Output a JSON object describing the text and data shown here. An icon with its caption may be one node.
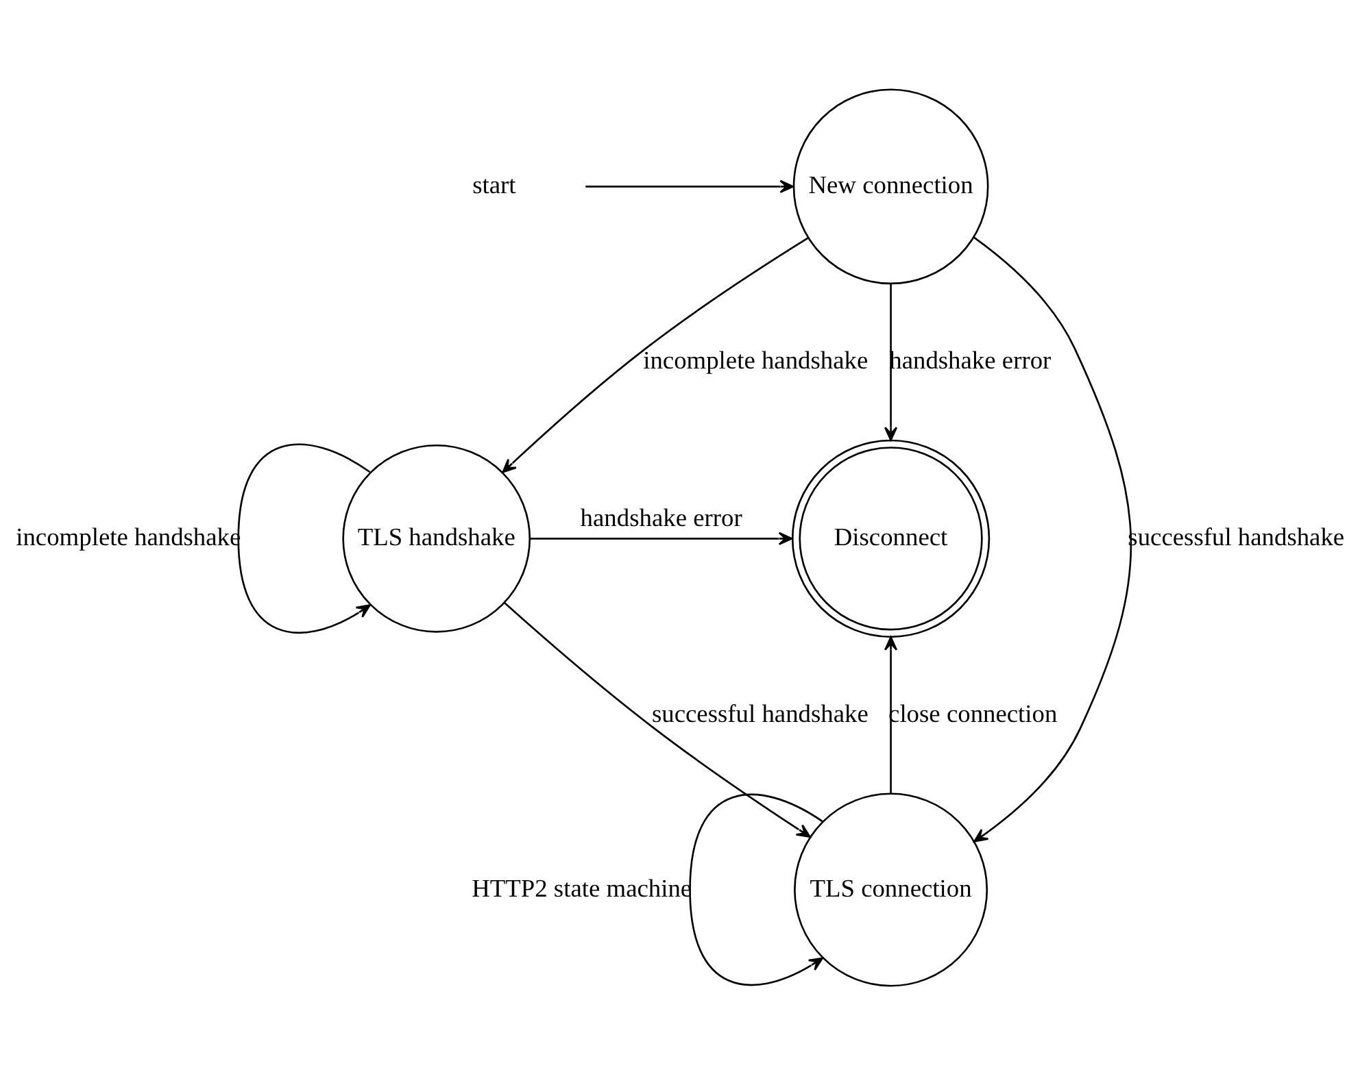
{
  "diagram": {
    "nodes": [
      {
        "text": [
          "start"
        ]
      },
      {
        "text": [
          "New connection"
        ]
      },
      {
        "text": [
          "TLS handshake"
        ]
      },
      {
        "text": [
          "Disconnect"
        ]
      },
      {
        "text": [
          "TLS connection"
        ]
      }
    ],
    "edges": [
      {
        "from": 0,
        "to": 1,
        "arrow": "to"
      },
      {
        "from": 1,
        "to": 2,
        "arrow": "to",
        "label": "incomplete handshake"
      },
      {
        "from": 1,
        "to": 4,
        "arrow": "to",
        "label": "successful handshake"
      },
      {
        "from": 1,
        "to": 3,
        "arrow": "to",
        "label": "handshake error"
      },
      {
        "from": 2,
        "to": 2,
        "arrow": "to",
        "label": "incomplete handshake"
      },
      {
        "from": 2,
        "to": 3,
        "arrow": "to",
        "label": "handshake error"
      },
      {
        "from": 2,
        "to": 4,
        "arrow": "to",
        "label": "successful handshake"
      },
      {
        "from": 4,
        "to": 4,
        "arrow": "to",
        "label": "HTTP2 state machine"
      },
      {
        "from": 4,
        "to": 3,
        "arrow": "to",
        "label": "close connection"
      }
    ]
  }
}
